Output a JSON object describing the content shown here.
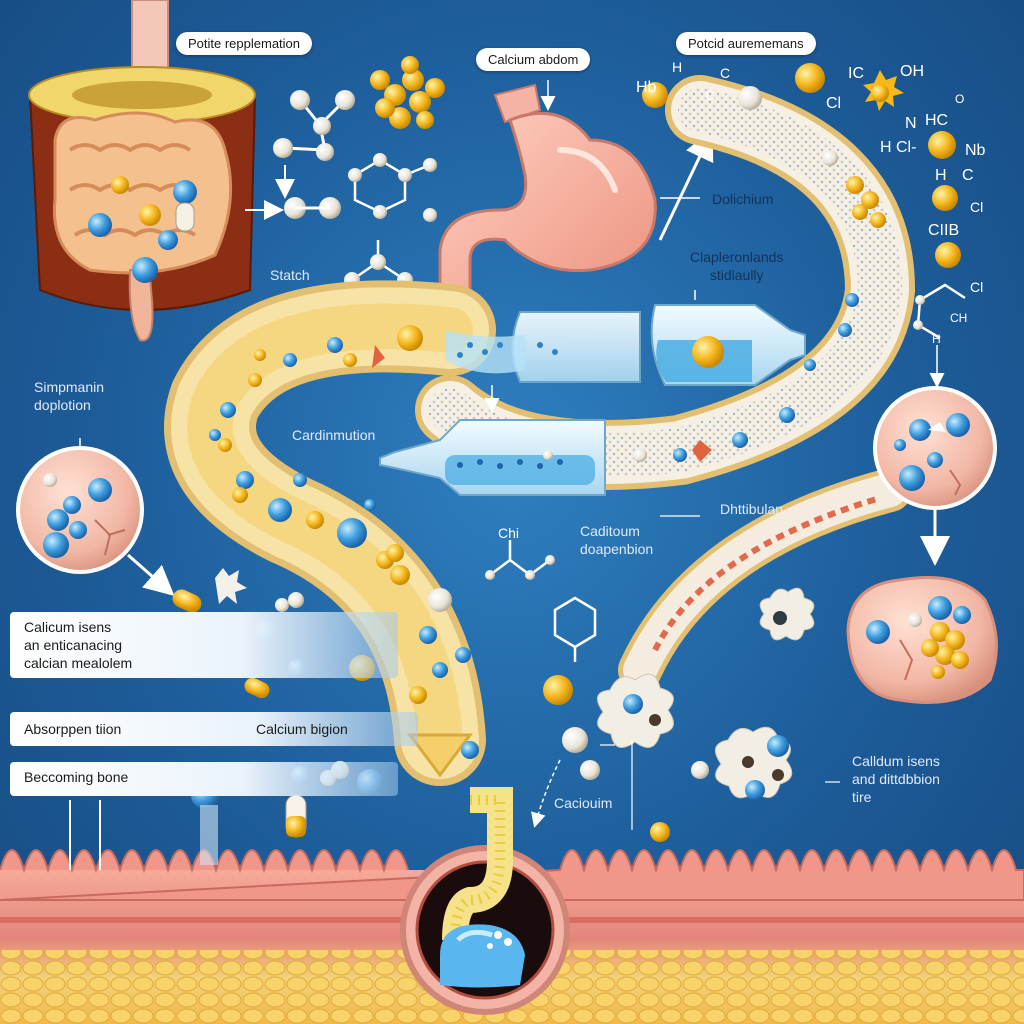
{
  "labels": {
    "top_left_pill": "Potite repplemation",
    "top_center_pill": "Calcium abdom",
    "top_right_pill": "Potcid aurememans",
    "dolichium": "Dolichium",
    "right_mid": "Clapleronlands\nstidlaully",
    "starch": "Statch",
    "simp": "Simpmanin\ndoplotion",
    "cardinmution": "Cardinmution",
    "distribution": "Dhttibulan",
    "dispersion": "Caditoum\ndoapenbion",
    "calcium_ions_bar": "Calicum isens\nan enticanacing\ncalcian mealolem",
    "absorption_bar": "Absorppen tiion",
    "calcium_bigion": "Calcium bigion",
    "becoming_bone": "Beccoming bone",
    "caciouim": "Caciouim",
    "bottom_right": "Calldum isens\nand dittdbbion\ntire"
  },
  "chem_labels": {
    "h_b": "Hb",
    "c_mid": "C",
    "h_top": "H",
    "c_lab": "C",
    "ic": "IC",
    "oh": "OH",
    "cl_left": "Cl",
    "n": "N",
    "hc": "HC",
    "o": "O",
    "h_cl": "H Cl-",
    "nb": "Nb",
    "h_small": "H",
    "c_small": "C",
    "cl_b": "Cl",
    "clib": "CIIB",
    "cl_right": "Cl",
    "ch": "CH",
    "h_bottom": "H",
    "chi": "Chi"
  },
  "colors": {
    "background": "#1d5d9a",
    "tube": "#f7e3a6",
    "tube_edge": "#e3c071",
    "calcium_blue": "#3f9fe0",
    "nutrient_yellow": "#f4b51c",
    "tissue_pink": "#f2b7a5",
    "muscle_red": "#e4857b"
  }
}
